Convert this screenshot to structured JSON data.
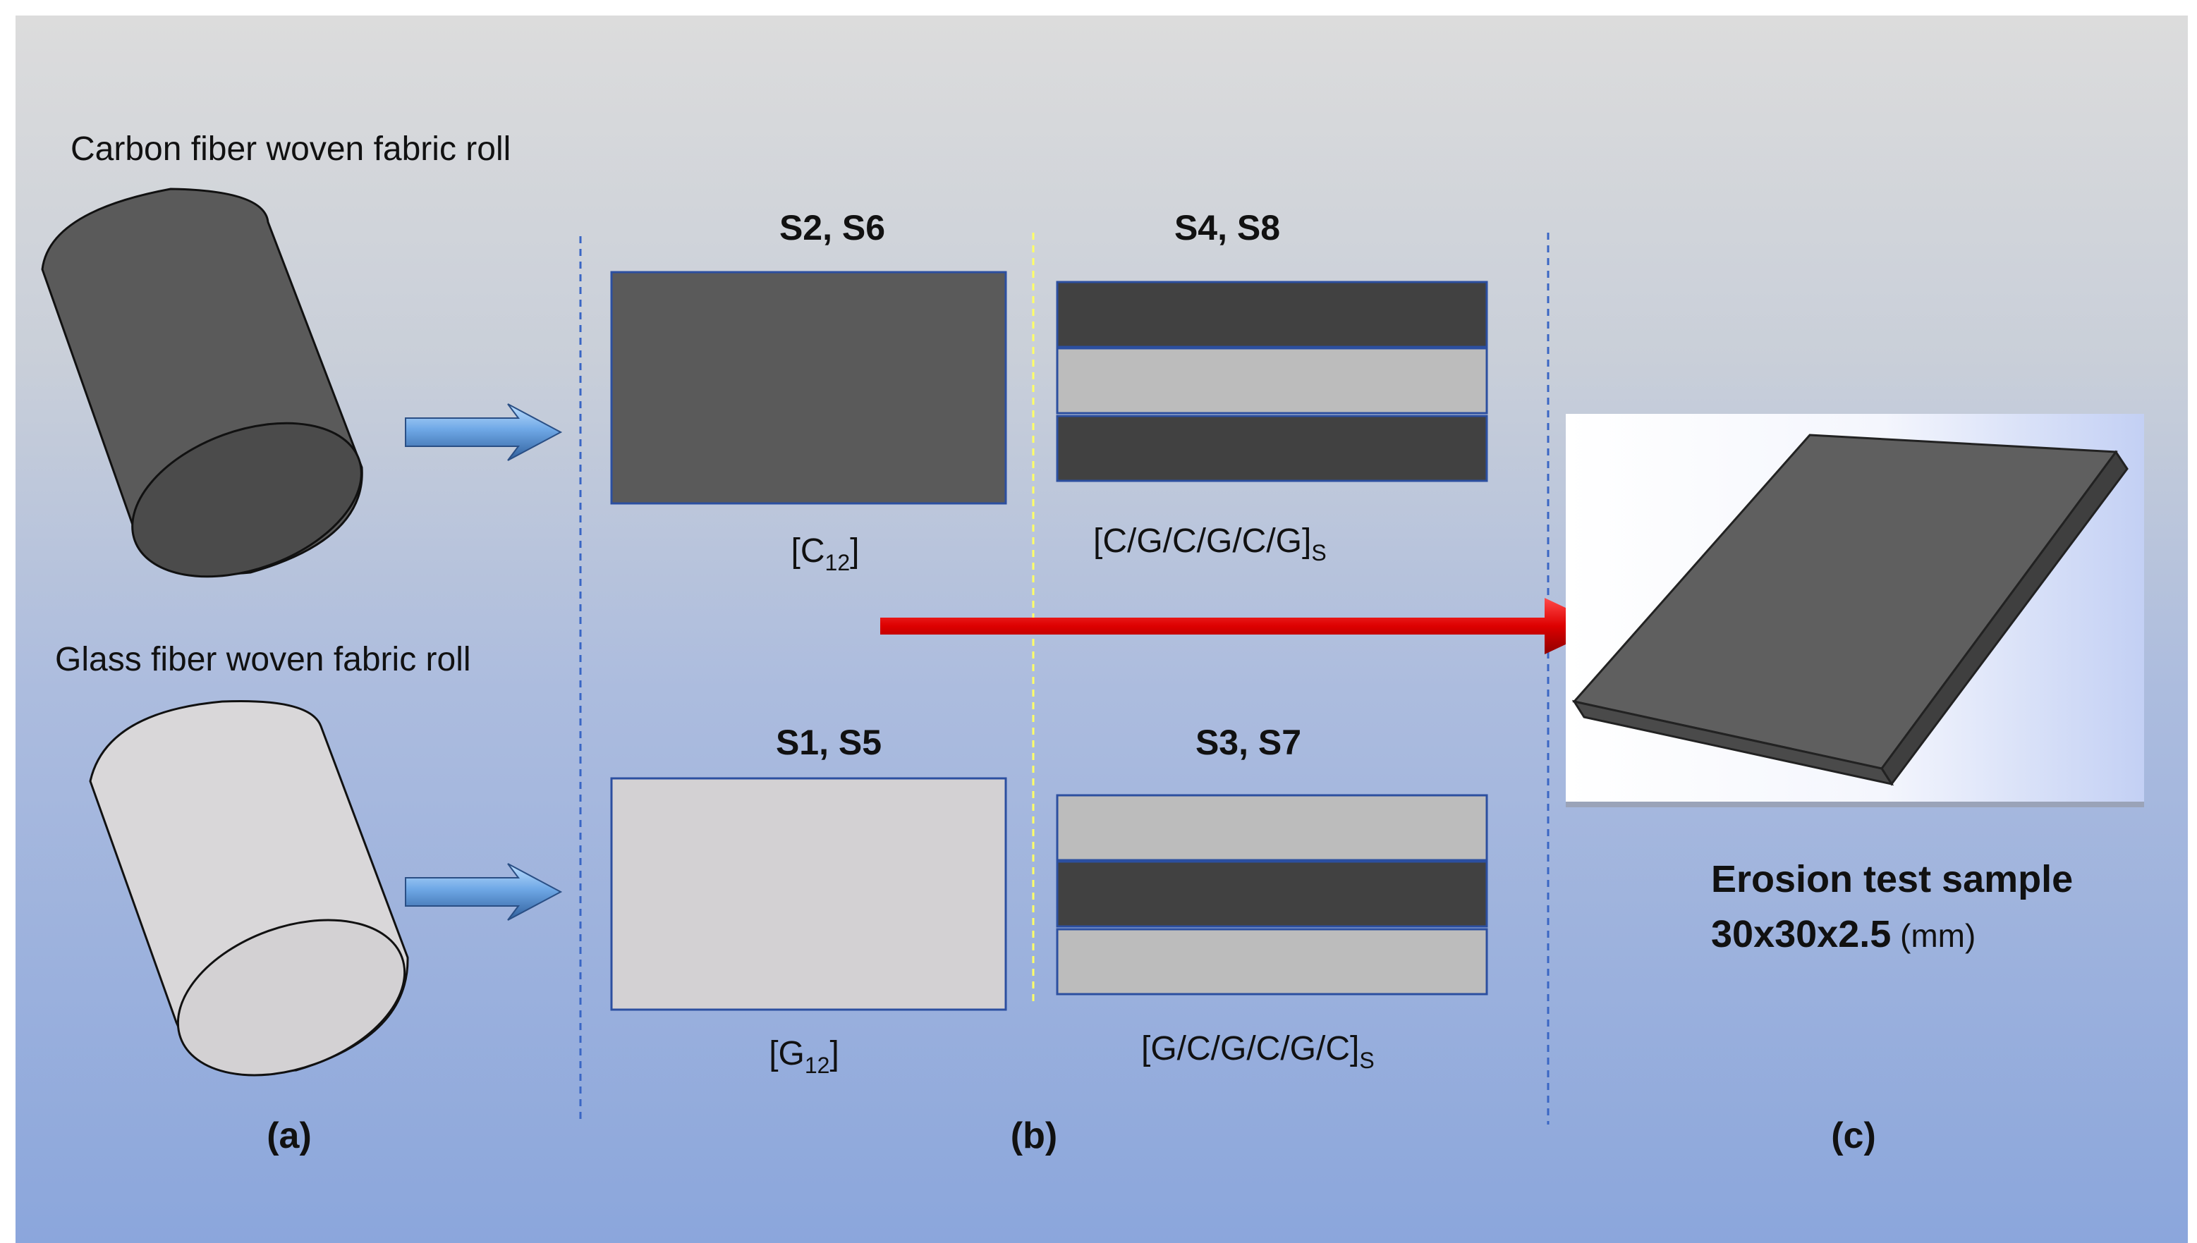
{
  "rolls": {
    "carbon_label": "Carbon fiber woven fabric roll",
    "glass_label": "Glass fiber woven fabric roll"
  },
  "panels": {
    "a": "(a)",
    "b": "(b)",
    "c": "(c)"
  },
  "samples": {
    "s2s6": {
      "title": "S2, S6",
      "code_main": "[C",
      "code_sub": "12",
      "code_end": "]"
    },
    "s4s8": {
      "title": "S4, S8",
      "code_main": "[C/G/C/G/C/G]",
      "code_sub": "S"
    },
    "s1s5": {
      "title": "S1, S5",
      "code_main": "[G",
      "code_sub": "12",
      "code_end": "]"
    },
    "s3s7": {
      "title": "S3, S7",
      "code_main": "[G/C/G/C/G/C]",
      "code_sub": "S"
    }
  },
  "result": {
    "line1": "Erosion test sample",
    "line2_bold": "30x30x2.5",
    "line2_unit": " (mm)"
  },
  "colors": {
    "carbon": "#5a5a5a",
    "carbon_dark": "#414141",
    "glass": "#d3d1d3",
    "glass_layer": "#bcbcbc",
    "arrow_red": "#dd0000",
    "arrow_blue": "#5f9ad8",
    "divider": "#3a66c4",
    "divider_inner": "#ffff66"
  }
}
